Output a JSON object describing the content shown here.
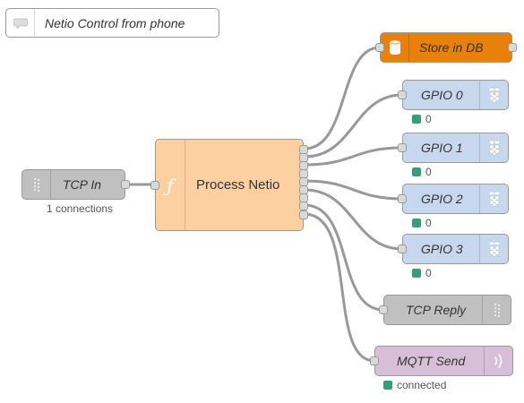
{
  "comment": {
    "label": "Netio Control from phone",
    "icon": "comment-icon"
  },
  "colors": {
    "tcp": "#c0c0c0",
    "function": "#fdd0a2",
    "db": "#e8800c",
    "gpio": "#c7d8ee",
    "mqtt": "#d8bfd8",
    "status": "#3a9d79",
    "wire": "#999999"
  },
  "nodes": {
    "tcp_in": {
      "label": "TCP In",
      "icon": "tcp-waves-icon",
      "status": "1 connections"
    },
    "process": {
      "label": "Process Netio",
      "icon": "function-icon"
    },
    "store_db": {
      "label": "Store in DB",
      "icon": "database-icon"
    },
    "gpio": [
      {
        "label": "GPIO 0",
        "icon": "raspberry-pi-icon",
        "status": "0"
      },
      {
        "label": "GPIO 1",
        "icon": "raspberry-pi-icon",
        "status": "0"
      },
      {
        "label": "GPIO 2",
        "icon": "raspberry-pi-icon",
        "status": "0"
      },
      {
        "label": "GPIO 3",
        "icon": "raspberry-pi-icon",
        "status": "0"
      }
    ],
    "tcp_reply": {
      "label": "TCP Reply",
      "icon": "tcp-waves-icon"
    },
    "mqtt_send": {
      "label": "MQTT Send",
      "icon": "mqtt-signal-icon",
      "status": "connected"
    }
  }
}
